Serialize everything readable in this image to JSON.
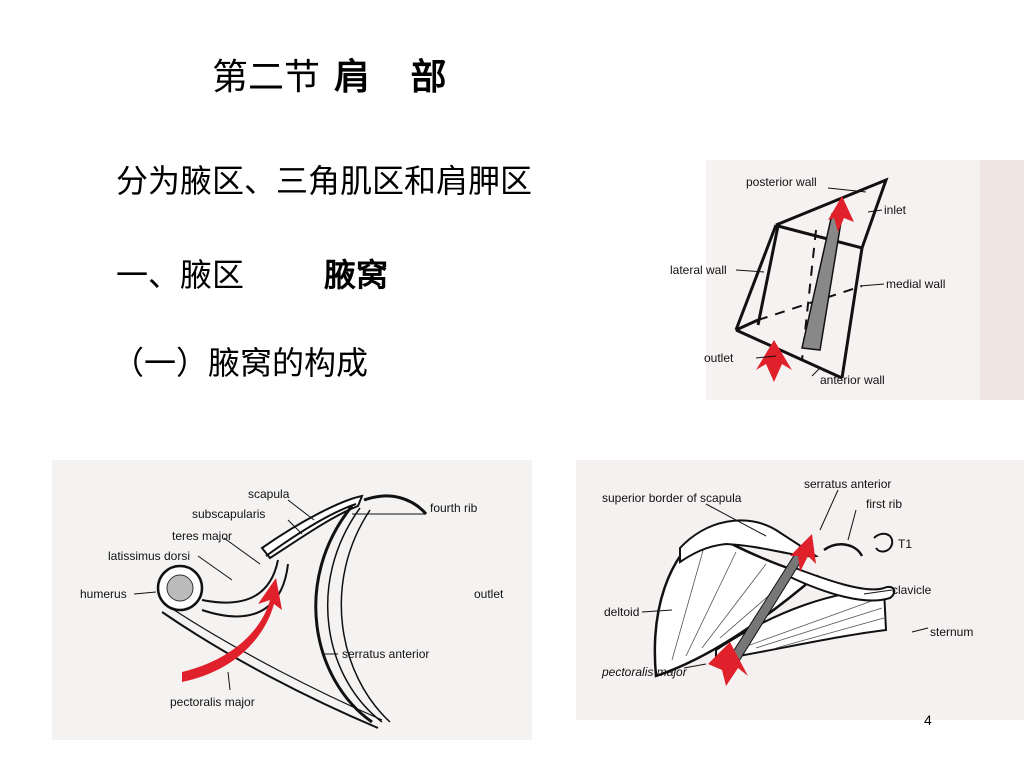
{
  "slide": {
    "title_prefix": "第二节",
    "title_main": "肩 部",
    "line1": "分为腋区、三角肌区和肩胛区",
    "line2_prefix": "一、腋区",
    "line2_bold": "腋窝",
    "line3": "（一）腋窝的构成",
    "page_number": "4"
  },
  "figure_axilla_box": {
    "labels": {
      "posterior_wall": "posterior wall",
      "inlet": "inlet",
      "lateral_wall": "lateral wall",
      "medial_wall": "medial wall",
      "outlet": "outlet",
      "anterior_wall": "anterior wall"
    },
    "arrow_color": "#e0202a"
  },
  "figure_cross_section": {
    "labels": {
      "scapula": "scapula",
      "fourth_rib": "fourth rib",
      "subscapularis": "subscapularis",
      "teres_major": "teres major",
      "latissimus_dorsi": "latissimus dorsi",
      "humerus": "humerus",
      "outlet": "outlet",
      "serratus_anterior": "serratus anterior",
      "pectoralis_major": "pectoralis major"
    }
  },
  "figure_anterior_view": {
    "labels": {
      "serratus_anterior": "serratus anterior",
      "superior_border_of_scapula": "superior border of scapula",
      "first_rib": "first rib",
      "t1": "T1",
      "clavicle": "clavicle",
      "deltoid": "deltoid",
      "sternum": "sternum",
      "pectoralis_major": "pectoralis major"
    }
  }
}
